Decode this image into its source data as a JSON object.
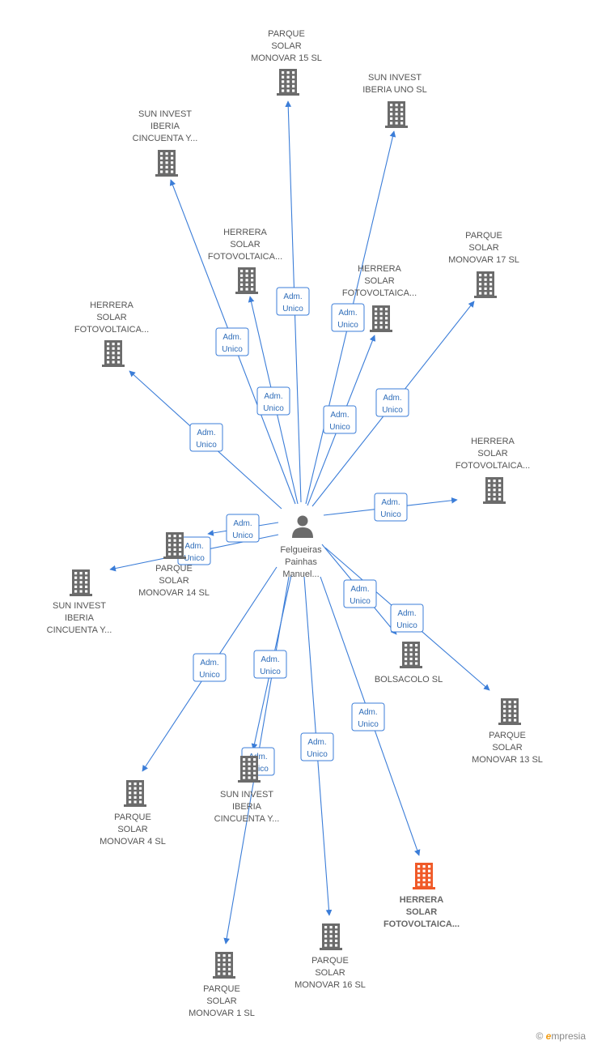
{
  "colors": {
    "edge": "#3b7dd8",
    "building": "#6b6b6b",
    "highlight": "#f05a28",
    "badge_text": "#2f6db9",
    "label": "#555555"
  },
  "center": {
    "name_lines": [
      "Felgueiras",
      "Painhas",
      "Manuel..."
    ],
    "icon": "person-icon"
  },
  "badge_label": [
    "Adm.",
    "Unico"
  ],
  "nodes": [
    {
      "id": "n1",
      "label": [
        "PARQUE",
        "SOLAR",
        "MONOVAR 15 SL"
      ],
      "highlight": false
    },
    {
      "id": "n2",
      "label": [
        "SUN INVEST",
        "IBERIA UNO SL"
      ],
      "highlight": false
    },
    {
      "id": "n3",
      "label": [
        "SUN INVEST",
        "IBERIA",
        "CINCUENTA Y..."
      ],
      "highlight": false
    },
    {
      "id": "n4",
      "label": [
        "HERRERA",
        "SOLAR",
        "FOTOVOLTAICA..."
      ],
      "highlight": false
    },
    {
      "id": "n5",
      "label": [
        "PARQUE",
        "SOLAR",
        "MONOVAR 17 SL"
      ],
      "highlight": false
    },
    {
      "id": "n6",
      "label": [
        "HERRERA",
        "SOLAR",
        "FOTOVOLTAICA..."
      ],
      "highlight": false
    },
    {
      "id": "n7",
      "label": [
        "HERRERA",
        "SOLAR",
        "FOTOVOLTAICA..."
      ],
      "highlight": false
    },
    {
      "id": "n8",
      "label": [
        "HERRERA",
        "SOLAR",
        "FOTOVOLTAICA..."
      ],
      "highlight": false
    },
    {
      "id": "n9",
      "label": [
        "PARQUE",
        "SOLAR",
        "MONOVAR 14 SL"
      ],
      "highlight": false
    },
    {
      "id": "n10",
      "label": [
        "SUN INVEST",
        "IBERIA",
        "CINCUENTA Y..."
      ],
      "highlight": false
    },
    {
      "id": "n11",
      "label": [
        "BOLSACOLO SL"
      ],
      "highlight": false
    },
    {
      "id": "n12",
      "label": [
        "PARQUE",
        "SOLAR",
        "MONOVAR 13 SL"
      ],
      "highlight": false
    },
    {
      "id": "n13",
      "label": [
        "PARQUE",
        "SOLAR",
        "MONOVAR 4 SL"
      ],
      "highlight": false
    },
    {
      "id": "n14",
      "label": [
        "SUN INVEST",
        "IBERIA",
        "CINCUENTA Y..."
      ],
      "highlight": false
    },
    {
      "id": "n15",
      "label": [
        "HERRERA",
        "SOLAR",
        "FOTOVOLTAICA..."
      ],
      "highlight": true
    },
    {
      "id": "n16",
      "label": [
        "PARQUE",
        "SOLAR",
        "MONOVAR 1 SL"
      ],
      "highlight": false
    },
    {
      "id": "n17",
      "label": [
        "PARQUE",
        "SOLAR",
        "MONOVAR 16 SL"
      ],
      "highlight": false
    }
  ],
  "footer": {
    "copyright": "©",
    "brand_initial": "e",
    "brand_rest": "mpresia"
  }
}
